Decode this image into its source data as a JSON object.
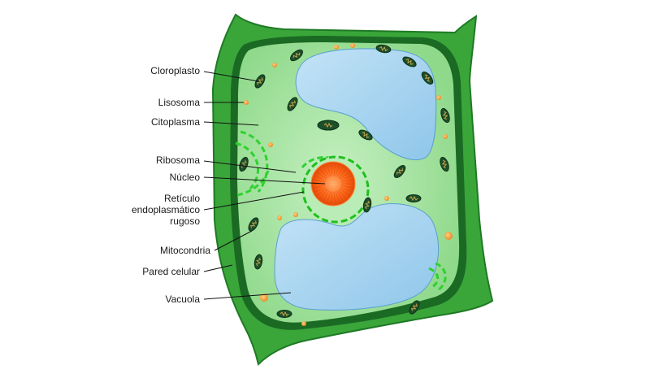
{
  "labels": [
    {
      "id": "cloroplasto",
      "text": "Cloroplasto"
    },
    {
      "id": "lisosoma",
      "text": "Lisosoma"
    },
    {
      "id": "citoplasma",
      "text": "Citoplasma"
    },
    {
      "id": "ribosoma",
      "text": "Ribosoma"
    },
    {
      "id": "nucleo",
      "text": "Núcleo"
    },
    {
      "id": "reticulo_1",
      "text": "Retículo"
    },
    {
      "id": "reticulo_2",
      "text": "endoplasmático"
    },
    {
      "id": "reticulo_3",
      "text": "rugoso"
    },
    {
      "id": "mitocondria",
      "text": "Mitocondria"
    },
    {
      "id": "pared",
      "text": "Pared celular"
    },
    {
      "id": "vacuola",
      "text": "Vacuola"
    }
  ],
  "colors": {
    "cell_wall": "#3aa63a",
    "cell_wall_dark": "#1f7a25",
    "membrane": "#145c1e",
    "cytoplasm": "#a9e6a6",
    "vacuole": "#9cd0ee",
    "nucleus": "#ff6a1a",
    "reticulum": "#2fd12f",
    "lysosome": "#f5a033",
    "chloroplast": "#1d4f2a"
  }
}
